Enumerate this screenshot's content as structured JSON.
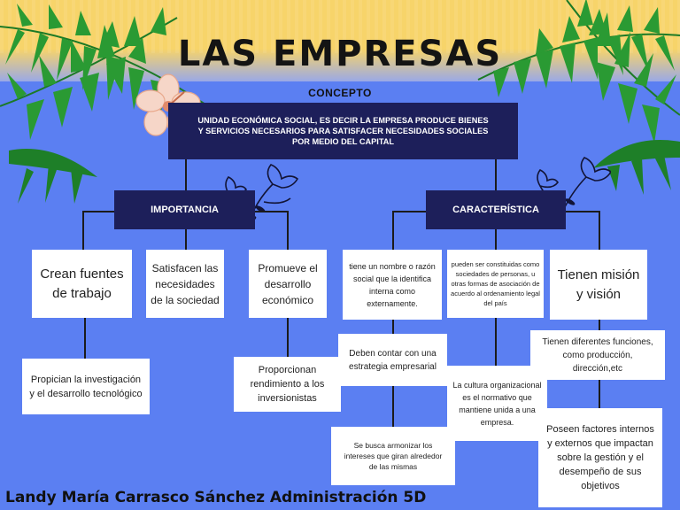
{
  "title": "LAS EMPRESAS",
  "concept": {
    "label": "CONCEPTO",
    "text": "UNIDAD ECONÓMICA SOCIAL, ES DECIR LA EMPRESA PRODUCE BIENES Y SERVICIOS NECESARIOS PARA SATISFACER NECESIDADES SOCIALES POR MEDIO DEL CAPITAL"
  },
  "importancia": {
    "label": "IMPORTANCIA",
    "items": [
      "Crean fuentes de trabajo",
      "Satisfacen las necesidades de la sociedad",
      "Promueve el desarrollo económico"
    ],
    "sub_items": [
      "Propician la investigación y el desarrollo tecnológico",
      "Proporcionan rendimiento a los inversionistas"
    ]
  },
  "caracteristica": {
    "label": "CARACTERÍSTICA",
    "items": [
      "tiene un nombre o razón social que la identifica interna como externamente.",
      "pueden ser constituidas como sociedades de personas, u otras formas de asociación de acuerdo al ordenamiento legal del país",
      "Tienen misión y visión"
    ],
    "sub_items": [
      "Deben contar con una estrategia empresarial",
      "Se busca armonizar los intereses que giran alrededor de las mismas",
      "La cultura organizacional es el normativo que mantiene unida a una empresa.",
      "Tienen diferentes funciones, como producción, dirección,etc",
      "Poseen factores internos y externos que impactan sobre la gestión y el desempeño de sus objetivos"
    ]
  },
  "signature": "Landy María Carrasco Sánchez Administración 5D",
  "colors": {
    "background": "#5b7ff2",
    "box_dark": "#1d1f5a",
    "sand": "#f7d46a",
    "leaf": "#1f8a2c"
  },
  "decorations": [
    "palm-leaves",
    "hibiscus-flower-icon",
    "line-flower-icon"
  ]
}
